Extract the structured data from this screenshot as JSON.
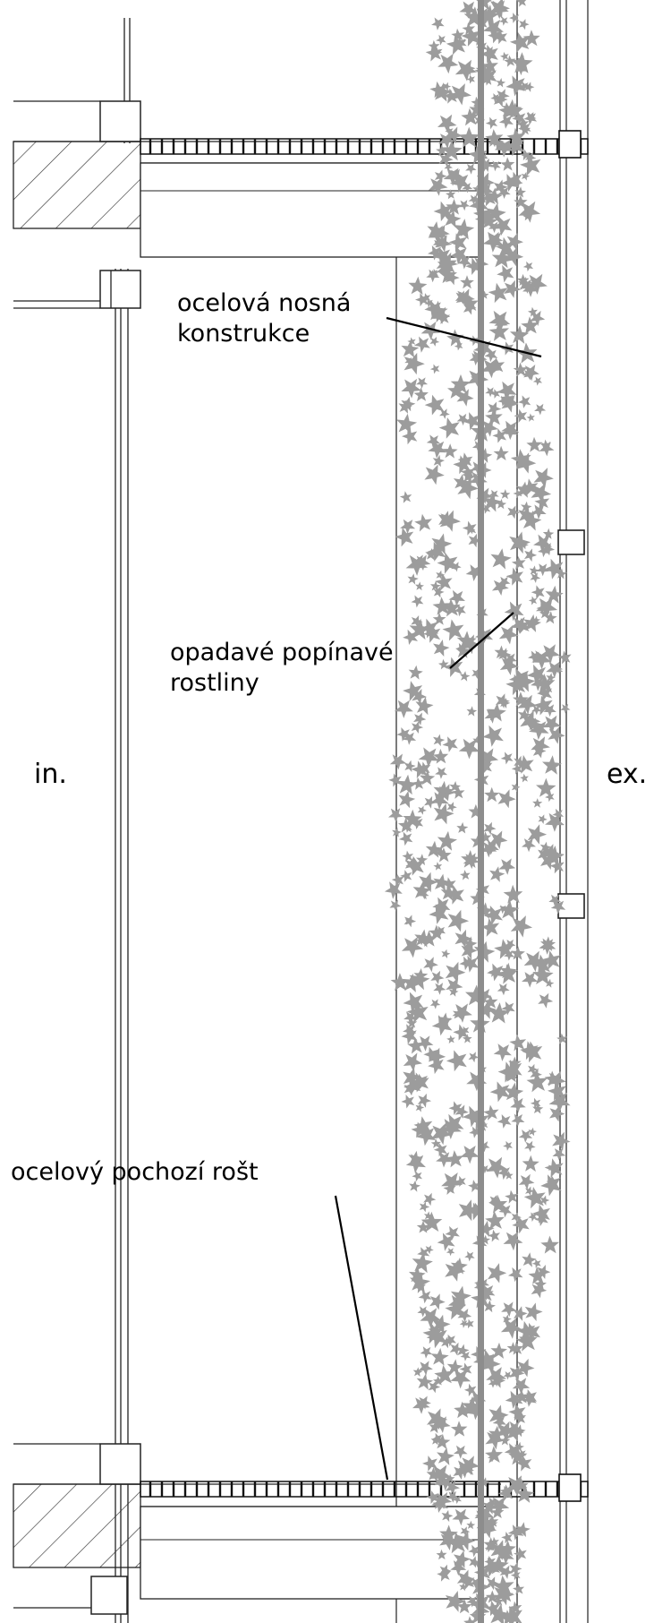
{
  "labels": {
    "structure": [
      "ocelová nosná",
      "konstrukce"
    ],
    "plants": [
      "opadavé popínavé",
      "rostliny"
    ],
    "grating": "ocelový pochozí rošt",
    "interior": "in.",
    "exterior": "ex."
  },
  "colors": {
    "line": "#1a1a1a",
    "foliage": "#9c9c9c",
    "hatch": "#333333"
  }
}
